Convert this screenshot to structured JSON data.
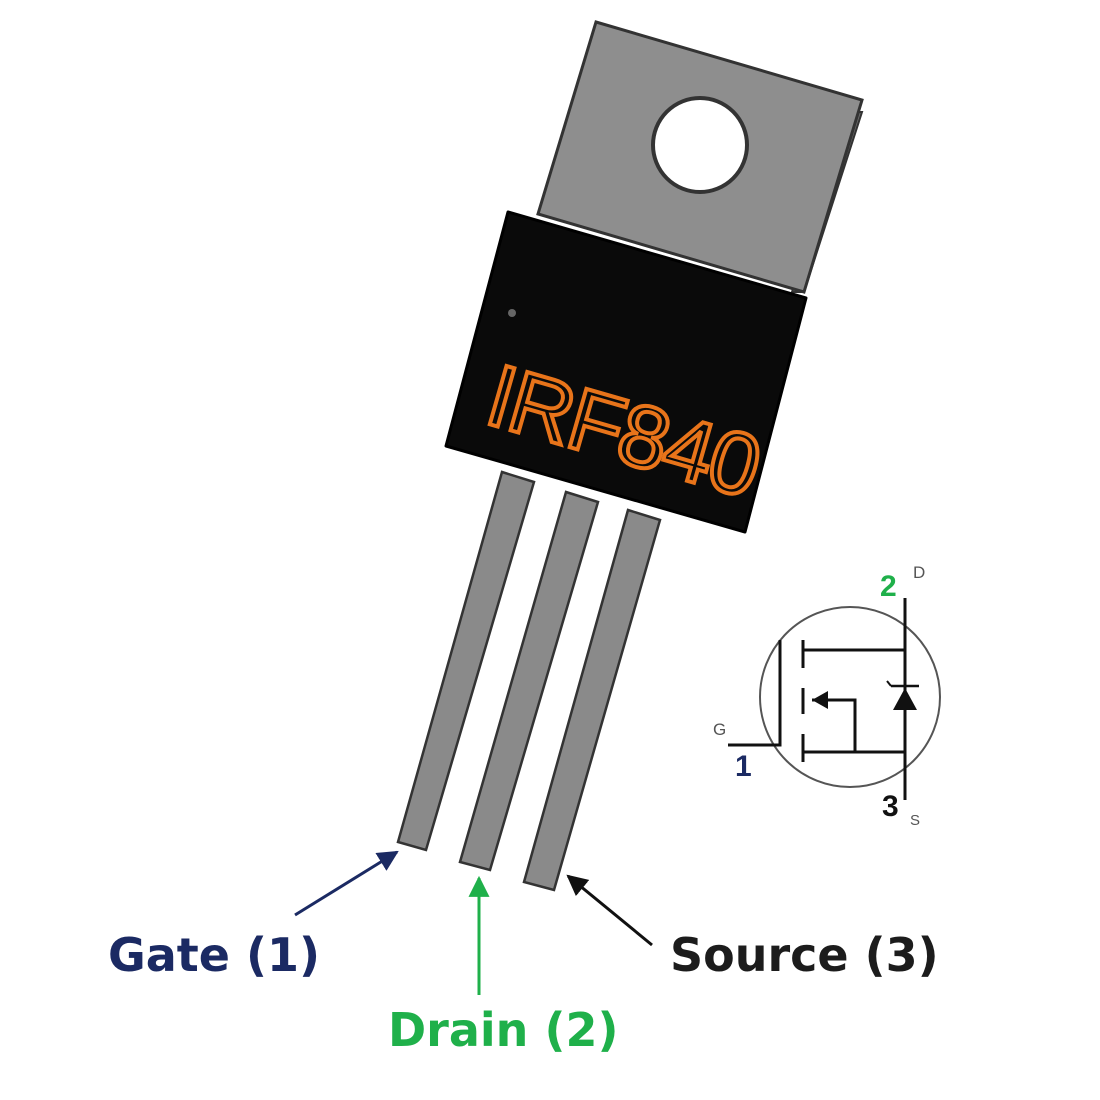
{
  "part_marking": "IRF840",
  "pin_labels": {
    "gate": "Gate (1)",
    "drain": "Drain (2)",
    "source": "Source (3)"
  },
  "symbol": {
    "gate_number": "1",
    "drain_number": "2",
    "source_number": "3",
    "gate_letter": "G",
    "drain_letter": "D",
    "source_letter": "S"
  },
  "colors": {
    "gate": "#1b2a63",
    "drain": "#1fb04a",
    "source": "#1c1c1c",
    "marking": "#e8741a",
    "tab": "#8e8e8e",
    "body": "#0a0a0a",
    "lead": "#8a8a8a"
  }
}
